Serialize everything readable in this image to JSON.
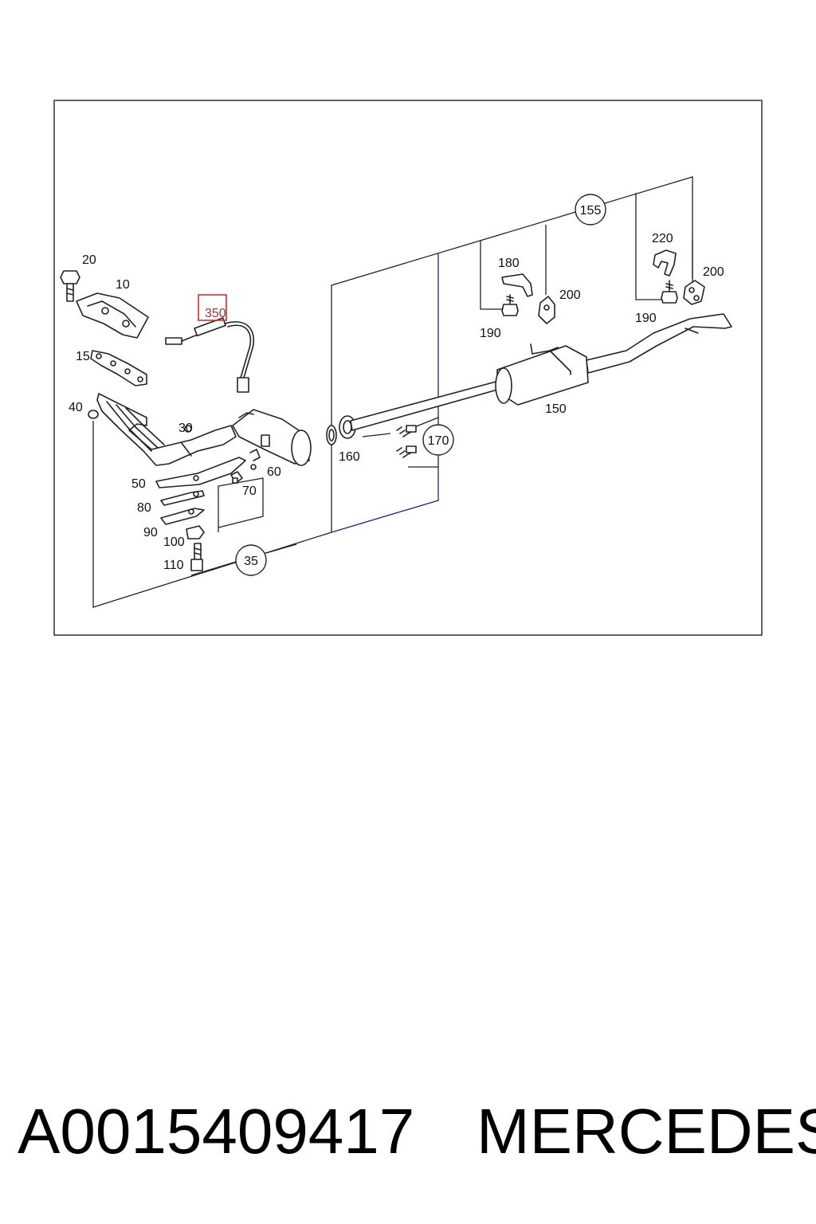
{
  "callouts": {
    "c10": "10",
    "c15": "15",
    "c20": "20",
    "c30": "30",
    "c35": "35",
    "c40": "40",
    "c50": "50",
    "c60": "60",
    "c70": "70",
    "c80": "80",
    "c90": "90",
    "c100": "100",
    "c110": "110",
    "c150": "150",
    "c155": "155",
    "c160": "160",
    "c170": "170",
    "c180": "180",
    "c190a": "190",
    "c190b": "190",
    "c200a": "200",
    "c200b": "200",
    "c220": "220",
    "c350": "350"
  },
  "highlight_color": "#d32f2f",
  "footer": {
    "part_number": "A0015409417",
    "brand": "MERCEDES"
  }
}
